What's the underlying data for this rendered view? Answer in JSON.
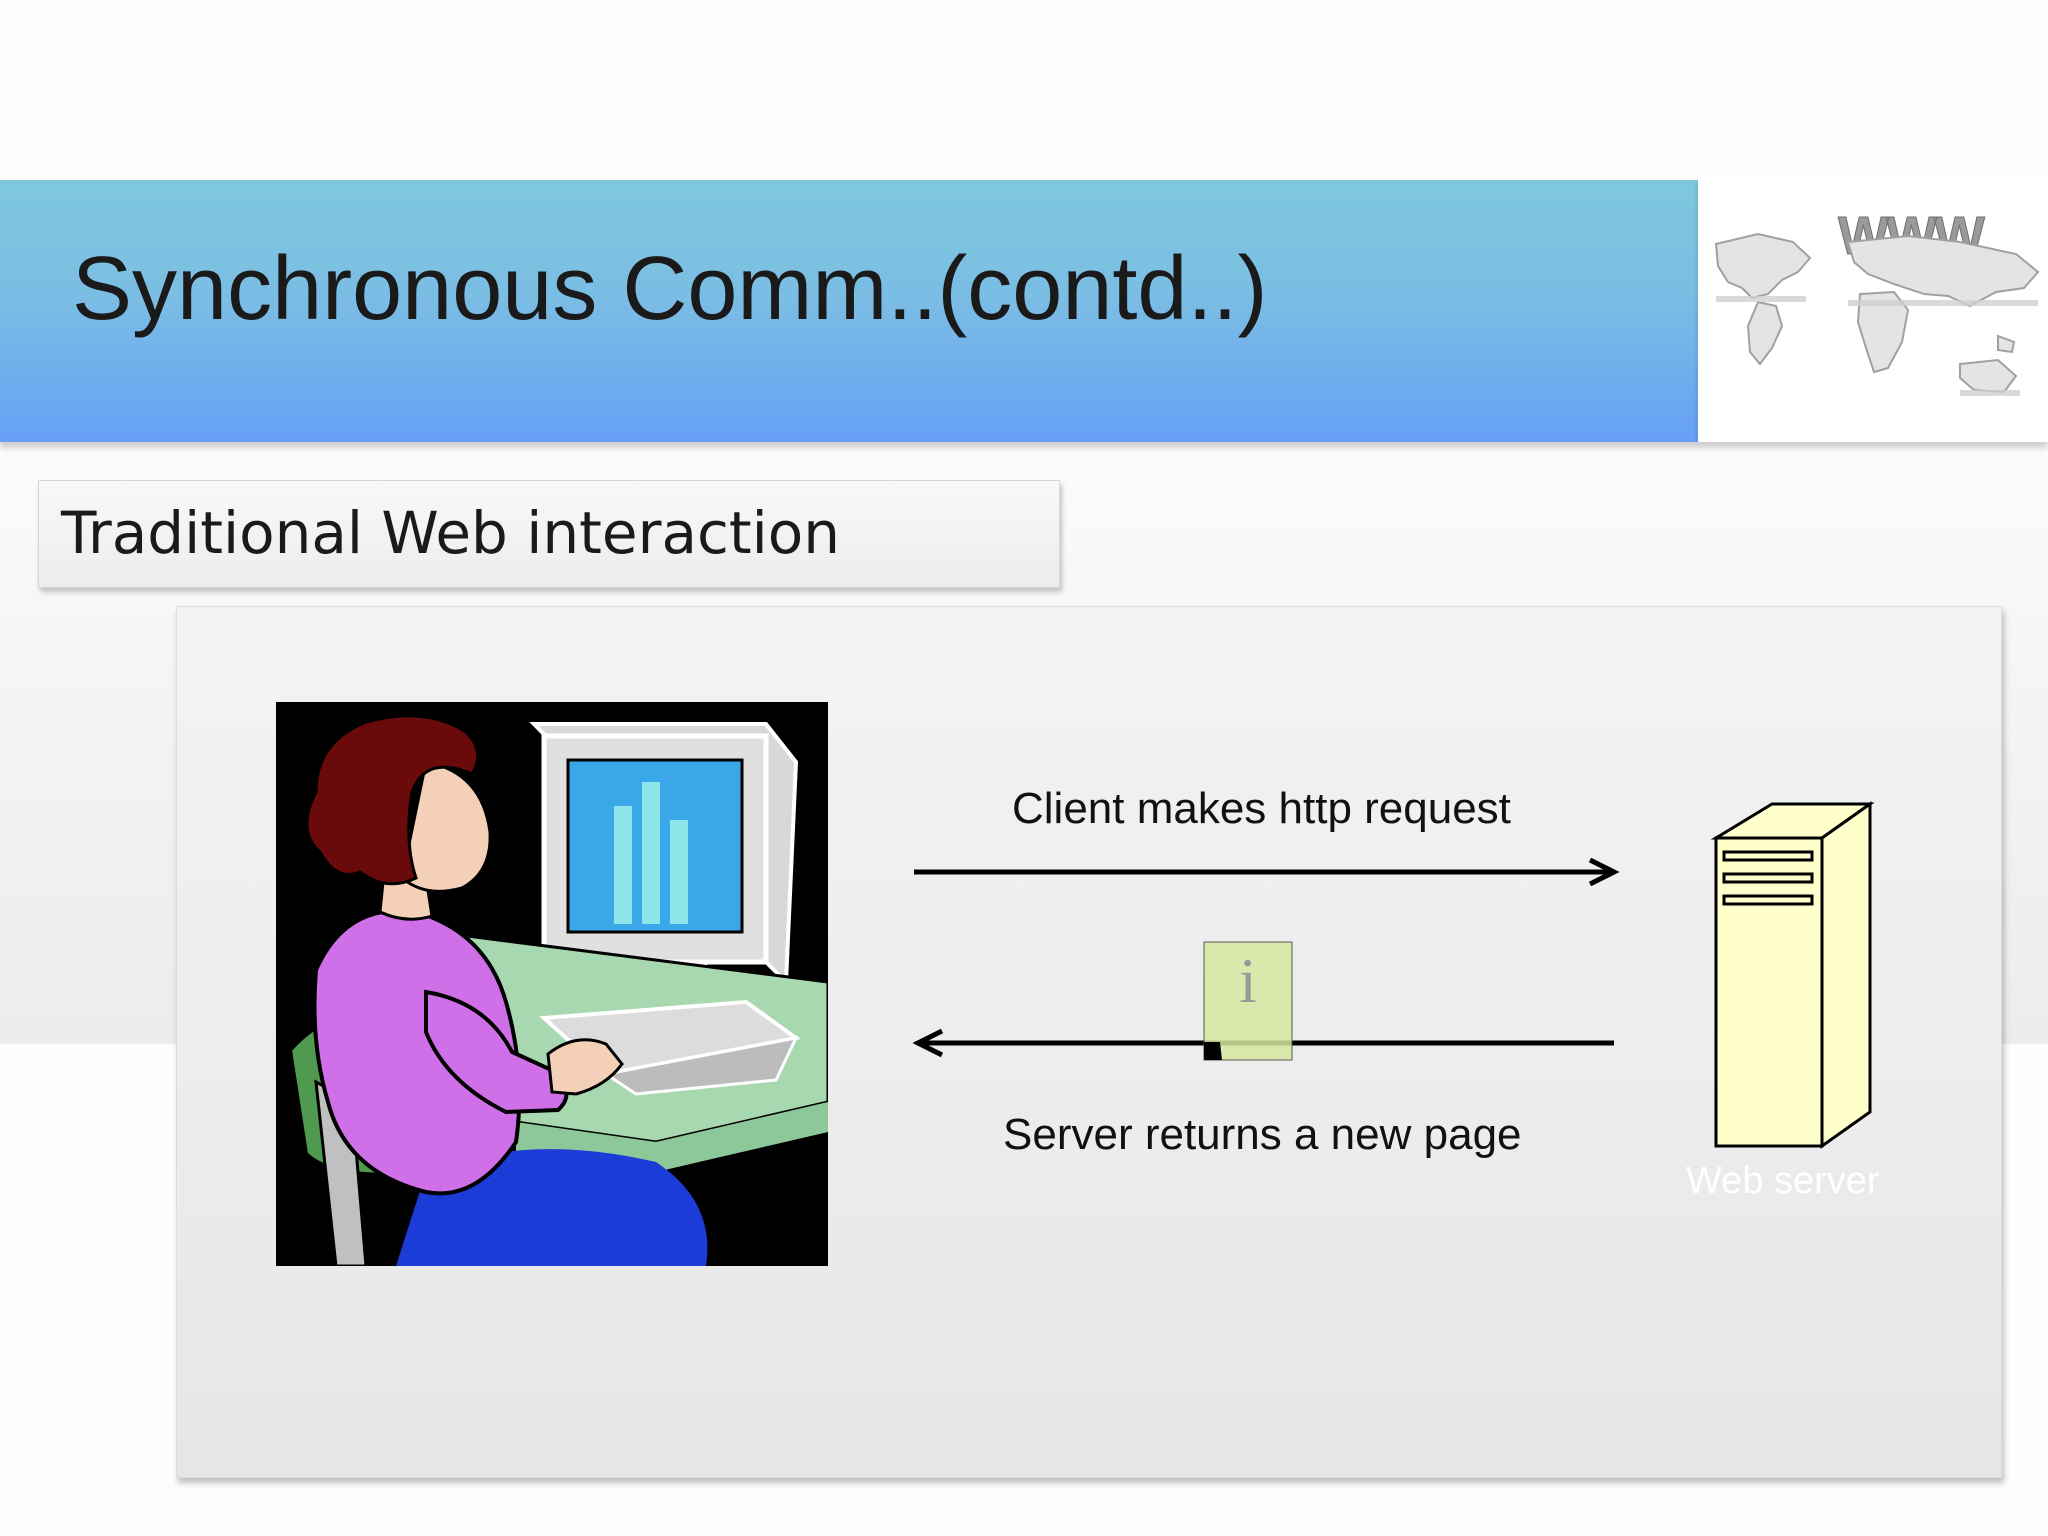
{
  "slide": {
    "title": "Synchronous Comm..(contd..)",
    "subtitle": "Traditional Web interaction",
    "globe_logo_text": "WWW"
  },
  "diagram": {
    "request_label": "Client makes http request",
    "response_label": "Server returns a new page",
    "server_label": "Web server",
    "document_icon_letter": "i"
  },
  "colors": {
    "title_gradient_top": "#7ec8de",
    "title_gradient_bottom": "#67a0f6",
    "server_fill": "#ffffcc",
    "document_fill": "#d6e6a0",
    "client_shirt": "#d070e8",
    "client_hair": "#6b0a0a",
    "chair": "#4f9a4f",
    "desk": "#a8d8b0",
    "screen": "#3aa8e8"
  }
}
